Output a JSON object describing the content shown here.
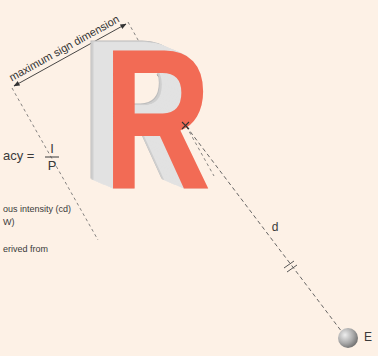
{
  "diagram": {
    "labels": [
      "maximum sign dimension",
      "R",
      "acy =",
      "I",
      "P",
      "ous intensity (cd)",
      "W)",
      "erived from",
      "d",
      "E"
    ]
  }
}
